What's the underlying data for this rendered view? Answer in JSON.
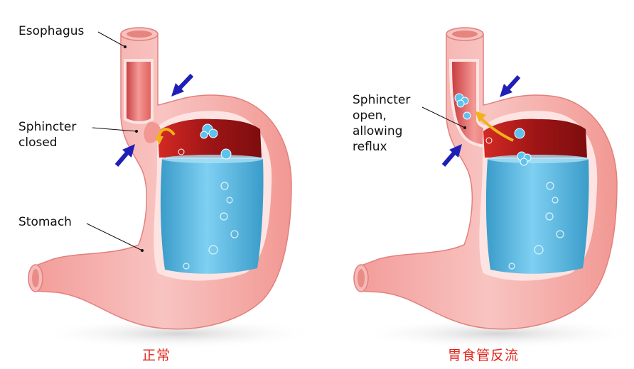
{
  "colors": {
    "wall": "#f6b9b7",
    "wall_edge": "#e2807d",
    "lining": "#fde4e2",
    "acid": "#9e1516",
    "acid_light": "#d42a24",
    "fluid": "#66c5ec",
    "fluid_dark": "#3a9cc9",
    "arrow_blue": "#1f1fb8",
    "arrow_yellow": "#f2b21a",
    "caption_red": "#e1261c"
  },
  "left_diagram": {
    "esophagus_label": "Esophagus",
    "sphincter_label": "Sphincter\nclosed",
    "stomach_label": "Stomach",
    "caption": "正常"
  },
  "right_diagram": {
    "sphincter_label": "Sphincter\nopen,\nallowing\nreflux",
    "caption": "胃食管反流"
  }
}
